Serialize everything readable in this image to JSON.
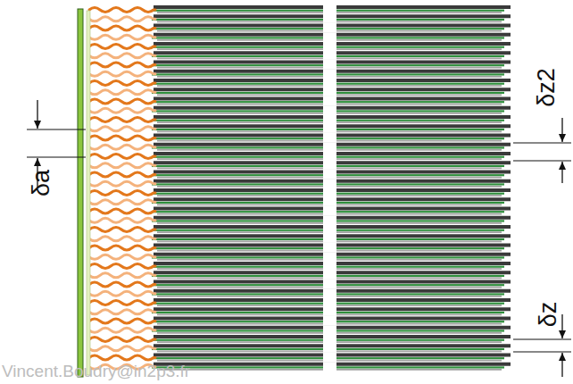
{
  "diagram": {
    "labels": [
      "δa",
      "δz2",
      "δz",
      "Vincent.Boudry@in2p3.fr"
    ]
  }
}
